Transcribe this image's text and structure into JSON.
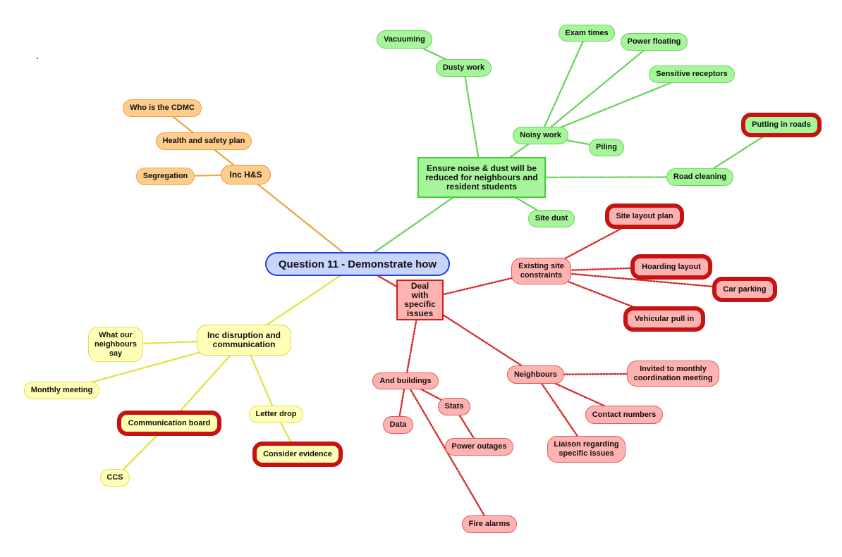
{
  "root": "Question 11 - Demonstrate how",
  "colors": {
    "green": "#a6f59a",
    "orange": "#fecc8c",
    "yellow": "#ffffb5",
    "red": "#ffb3b0",
    "root": "#c7d4fb",
    "highlight_border": "#c71212"
  },
  "nodes": {
    "noise_dust": "Ensure noise & dust will be reduced for neighbours and resident students",
    "dusty_work": "Dusty work",
    "vacuuming": "Vacuuming",
    "noisy_work": "Noisy work",
    "exam_times": "Exam times",
    "power_floating": "Power floating",
    "sensitive_receptors": "Sensitive receptors",
    "piling": "Piling",
    "site_dust": "Site dust",
    "road_cleaning": "Road cleaning",
    "putting_in_roads": "Putting in roads",
    "inc_hs": "Inc H&S",
    "who_cdmc": "Who is the CDMC",
    "hs_plan": "Health and safety plan",
    "segregation": "Segregation",
    "inc_disruption": "Inc disruption and communication",
    "what_neighbours_say": "What our neighbours say",
    "monthly_meeting": "Monthly meeting",
    "communication_board": "Communication board",
    "ccs": "CCS",
    "letter_drop": "Letter drop",
    "consider_evidence": "Consider evidence",
    "deal_specific": "Deal with specific issues",
    "existing_constraints": "Existing site constraints",
    "site_layout_plan": "Site layout plan",
    "hoarding_layout": "Hoarding layout",
    "car_parking": "Car parking",
    "vehicular_pull_in": "Vehicular pull in",
    "and_buildings": "And buildings",
    "data": "Data",
    "stats": "Stats",
    "power_outages": "Power outages",
    "fire_alarms": "Fire alarms",
    "neighbours": "Neighbours",
    "invited_monthly": "Invited to monthly coordination meeting",
    "contact_numbers": "Contact numbers",
    "liaison": "Liaison regarding specific issues"
  },
  "edges": [
    [
      "root",
      "noise_dust"
    ],
    [
      "root",
      "inc_hs"
    ],
    [
      "root",
      "inc_disruption"
    ],
    [
      "root",
      "deal_specific"
    ],
    [
      "noise_dust",
      "dusty_work"
    ],
    [
      "dusty_work",
      "vacuuming"
    ],
    [
      "noise_dust",
      "noisy_work"
    ],
    [
      "noisy_work",
      "exam_times"
    ],
    [
      "noisy_work",
      "power_floating"
    ],
    [
      "noisy_work",
      "sensitive_receptors"
    ],
    [
      "noisy_work",
      "piling"
    ],
    [
      "noise_dust",
      "site_dust"
    ],
    [
      "noise_dust",
      "road_cleaning"
    ],
    [
      "road_cleaning",
      "putting_in_roads"
    ],
    [
      "inc_hs",
      "hs_plan"
    ],
    [
      "hs_plan",
      "who_cdmc"
    ],
    [
      "inc_hs",
      "segregation"
    ],
    [
      "inc_disruption",
      "what_neighbours_say"
    ],
    [
      "inc_disruption",
      "monthly_meeting"
    ],
    [
      "inc_disruption",
      "communication_board"
    ],
    [
      "communication_board",
      "ccs"
    ],
    [
      "inc_disruption",
      "letter_drop"
    ],
    [
      "letter_drop",
      "consider_evidence"
    ],
    [
      "deal_specific",
      "existing_constraints"
    ],
    [
      "existing_constraints",
      "site_layout_plan"
    ],
    [
      "existing_constraints",
      "hoarding_layout"
    ],
    [
      "existing_constraints",
      "car_parking"
    ],
    [
      "existing_constraints",
      "vehicular_pull_in"
    ],
    [
      "deal_specific",
      "and_buildings"
    ],
    [
      "and_buildings",
      "data"
    ],
    [
      "and_buildings",
      "stats"
    ],
    [
      "stats",
      "power_outages"
    ],
    [
      "and_buildings",
      "fire_alarms"
    ],
    [
      "deal_specific",
      "neighbours"
    ],
    [
      "neighbours",
      "invited_monthly"
    ],
    [
      "neighbours",
      "contact_numbers"
    ],
    [
      "neighbours",
      "liaison"
    ]
  ]
}
